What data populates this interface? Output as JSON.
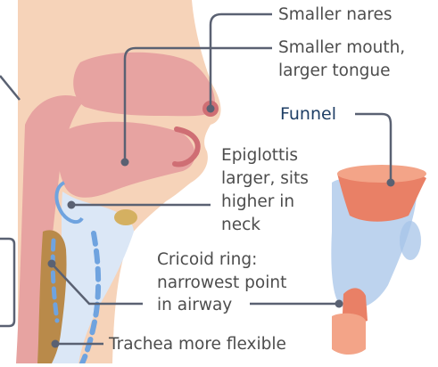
{
  "labels": {
    "nares": "Smaller nares",
    "mouth_l1": "Smaller mouth,",
    "mouth_l2": "larger tongue",
    "funnel": "Funnel",
    "epi_l1": "Epiglottis",
    "epi_l2": "larger, sits",
    "epi_l3": "higher in",
    "epi_l4": "neck",
    "cricoid_l1": "Cricoid ring:",
    "cricoid_l2": "narrowest point",
    "cricoid_l3": "in airway",
    "trachea": "Trachea more flexible"
  },
  "colors": {
    "skin": "#f6d3b9",
    "tissue": "#e7a3a1",
    "tissue_dark": "#cf6e74",
    "cartilage": "#6fa3df",
    "airway": "#a7c4e8",
    "esophagus": "#b98a4a",
    "funnel_top": "#e98066",
    "leader": "#5a6172",
    "label_text": "#4d4d4d",
    "funnel_text": "#1f3f66"
  }
}
